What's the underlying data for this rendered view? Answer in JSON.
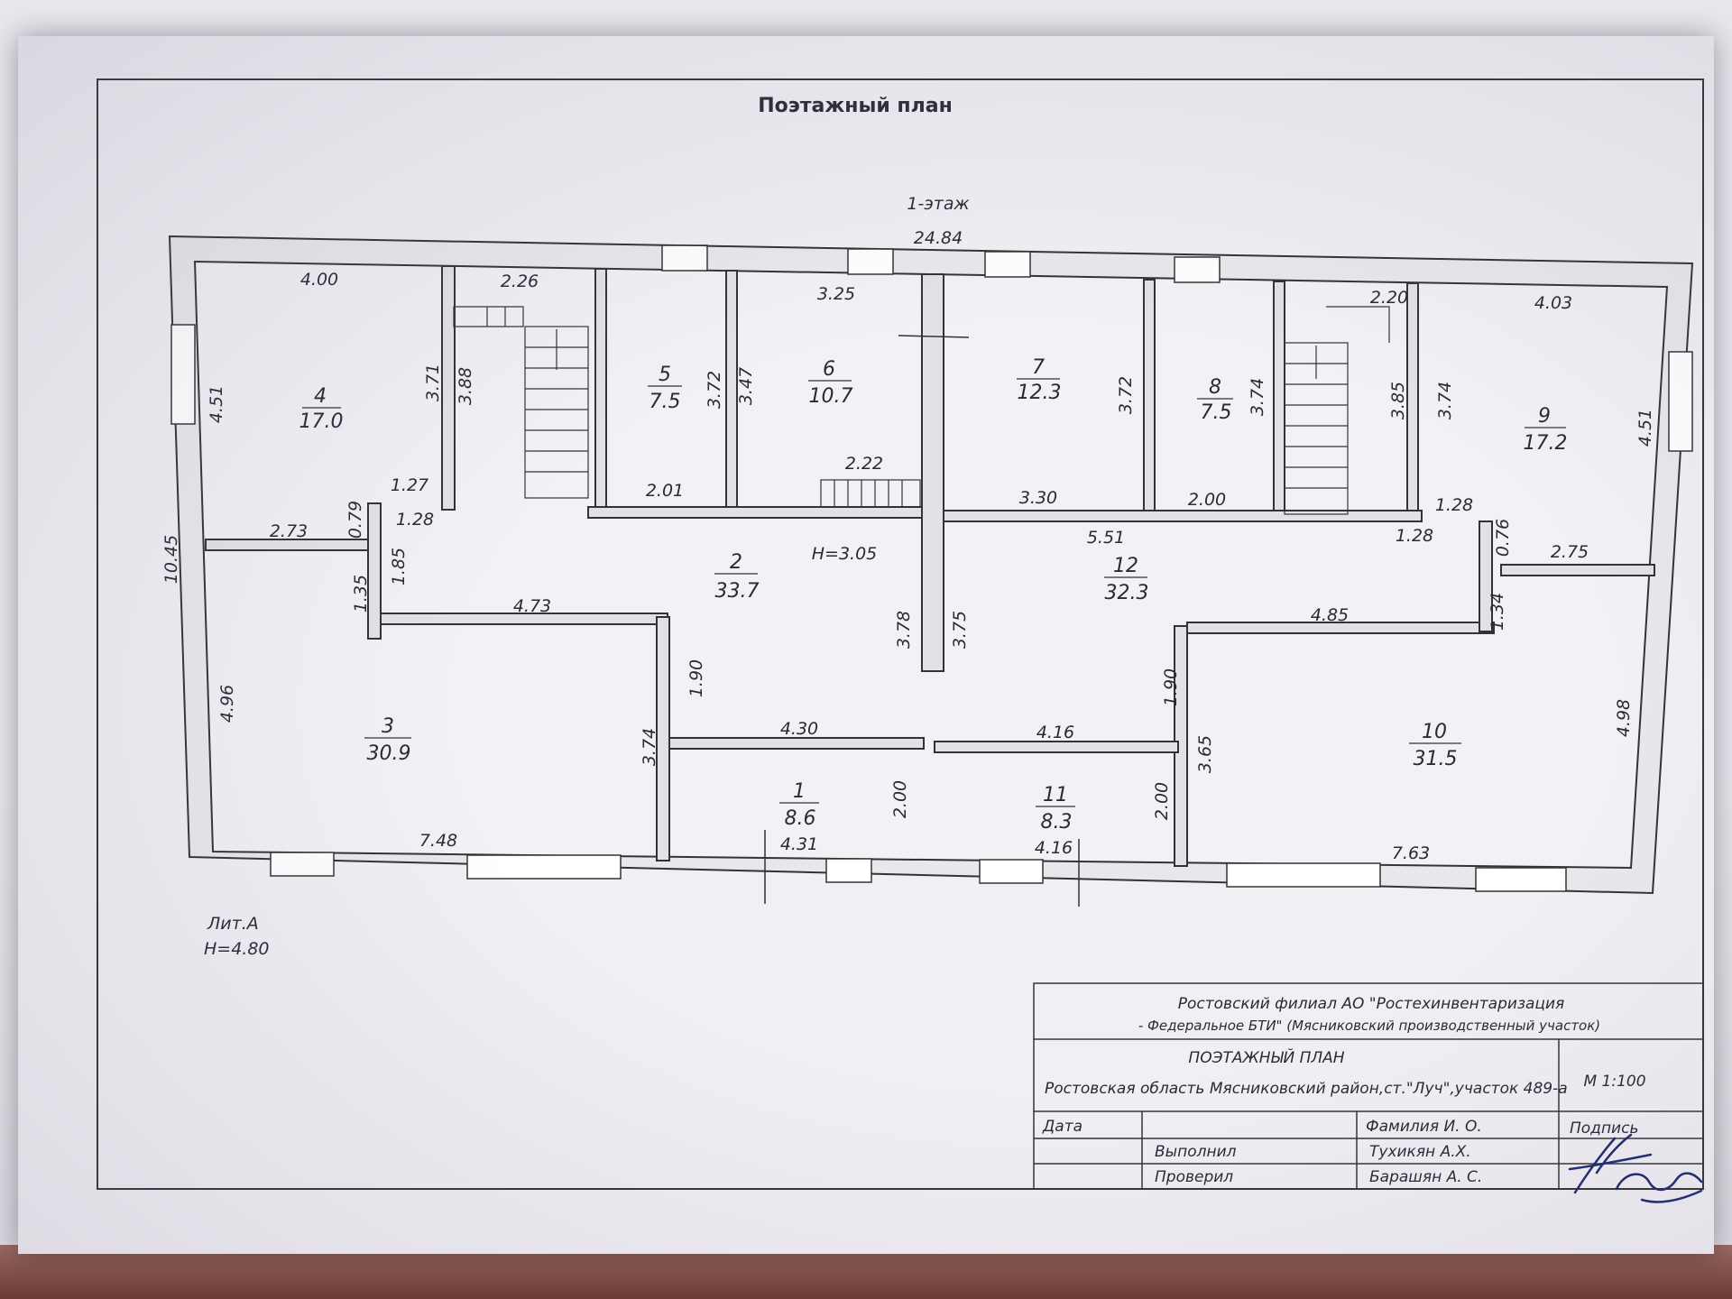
{
  "sheet_title": "Поэтажный план",
  "floor_label": "1-этаж",
  "overall_width": "24.84",
  "overall_height": "10.45",
  "ceiling_height_center": "H=3.05",
  "lit_label": "Лит.А",
  "lit_height": "H=4.80",
  "rooms": [
    {
      "num": "1",
      "area": "8.6"
    },
    {
      "num": "2",
      "area": "33.7"
    },
    {
      "num": "3",
      "area": "30.9"
    },
    {
      "num": "4",
      "area": "17.0"
    },
    {
      "num": "5",
      "area": "7.5"
    },
    {
      "num": "6",
      "area": "10.7"
    },
    {
      "num": "7",
      "area": "12.3"
    },
    {
      "num": "8",
      "area": "7.5"
    },
    {
      "num": "9",
      "area": "17.2"
    },
    {
      "num": "10",
      "area": "31.5"
    },
    {
      "num": "11",
      "area": "8.3"
    },
    {
      "num": "12",
      "area": "32.3"
    }
  ],
  "dimensions": {
    "d_4_00": "4.00",
    "d_2_26": "2.26",
    "d_3_25": "3.25",
    "d_2_20": "2.20",
    "d_4_03": "4.03",
    "d_4_51_left": "4.51",
    "d_3_71": "3.71",
    "d_3_88": "3.88",
    "d_3_72_a": "3.72",
    "d_3_47": "3.47",
    "d_3_72_b": "3.72",
    "d_3_74_a": "3.74",
    "d_3_85": "3.85",
    "d_3_74_b": "3.74",
    "d_4_51_right": "4.51",
    "d_2_22": "2.22",
    "d_2_01": "2.01",
    "d_3_30": "3.30",
    "d_2_00_top": "2.00",
    "d_1_27": "1.27",
    "d_1_28_a": "1.28",
    "d_0_79": "0.79",
    "d_2_73": "2.73",
    "d_1_28_b": "1.28",
    "d_1_28_c": "1.28",
    "d_0_76": "0.76",
    "d_2_75": "2.75",
    "d_5_51": "5.51",
    "d_1_35": "1.35",
    "d_1_85": "1.85",
    "d_4_73": "4.73",
    "d_3_78": "3.78",
    "d_3_75": "3.75",
    "d_1_34": "1.34",
    "d_4_85": "4.85",
    "d_4_96": "4.96",
    "d_1_90_a": "1.90",
    "d_1_90_b": "1.90",
    "d_4_98": "4.98",
    "d_4_30": "4.30",
    "d_4_16_a": "4.16",
    "d_3_74_c": "3.74",
    "d_3_65": "3.65",
    "d_2_00_a": "2.00",
    "d_2_00_b": "2.00",
    "d_7_48": "7.48",
    "d_4_31": "4.31",
    "d_4_16_b": "4.16",
    "d_7_63": "7.63"
  },
  "stamp": {
    "org_line1": "Ростовский филиал АО \"Ростехинвентаризация",
    "org_line2": "- Федеральное БТИ\" (Мясниковский производственный участок)",
    "doc_title": "ПОЭТАЖНЫЙ ПЛАН",
    "address": "Ростовская область Мясниковский район,ст.\"Луч\",участок 489-а",
    "scale": "М 1:100",
    "date_label": "Дата",
    "name_header": "Фамилия И. О.",
    "signature_header": "Подпись",
    "performed_label": "Выполнил",
    "performed_name": "Тухикян А.Х.",
    "checked_label": "Проверил",
    "checked_name": "Барашян А. С."
  }
}
